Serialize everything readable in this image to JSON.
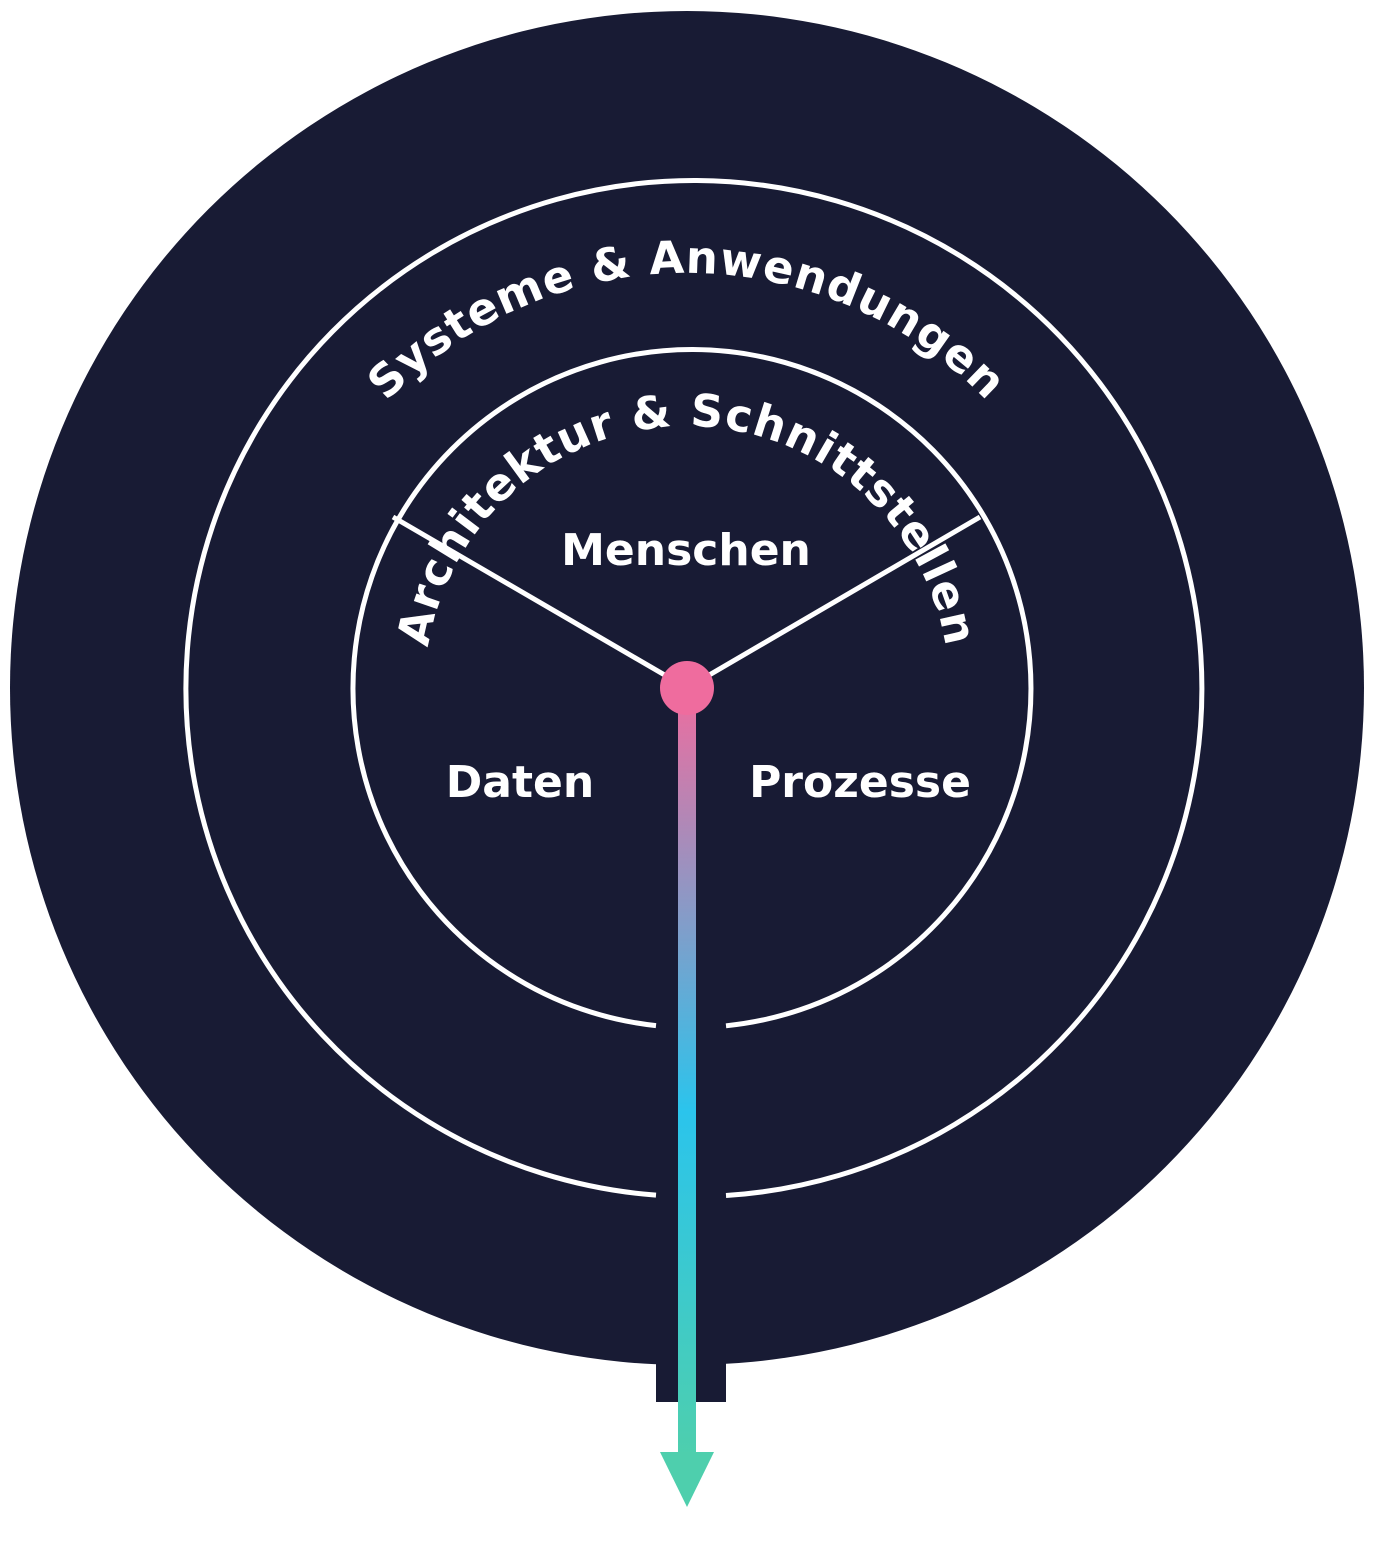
{
  "diagram": {
    "outer_ring_label": "Systeme & Anwendungen",
    "middle_ring_label": "Architektur & Schnittstellen",
    "segments": {
      "top": "Menschen",
      "left": "Daten",
      "right": "Prozesse"
    }
  },
  "colors": {
    "background_circle": "#181b34",
    "lines": "#ffffff",
    "center_dot": "#ef6c9e",
    "arrow_gradient_top": "#ef6c9e",
    "arrow_gradient_mid": "#2bc4ec",
    "arrow_gradient_bottom": "#4ecfad"
  }
}
